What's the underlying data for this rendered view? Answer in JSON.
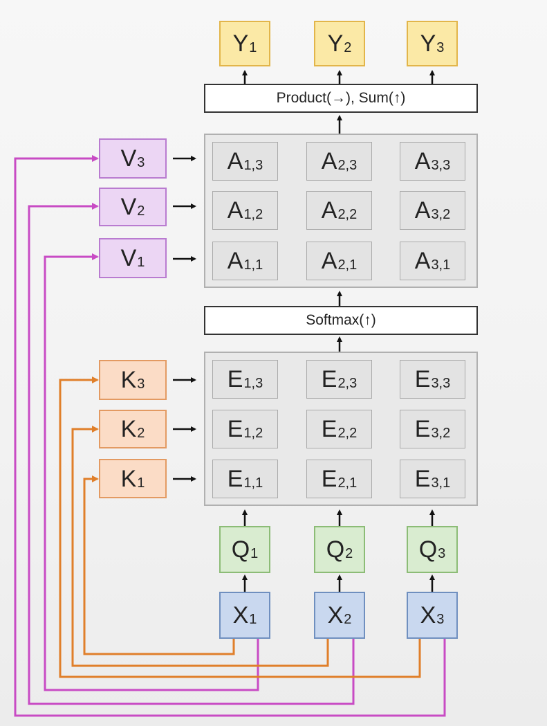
{
  "outputs": [
    {
      "base": "Y",
      "sub": "1"
    },
    {
      "base": "Y",
      "sub": "2"
    },
    {
      "base": "Y",
      "sub": "3"
    }
  ],
  "product_sum_label": "Product(→),  Sum(↑)",
  "softmax_label": "Softmax(↑)",
  "values": [
    {
      "base": "V",
      "sub": "3"
    },
    {
      "base": "V",
      "sub": "2"
    },
    {
      "base": "V",
      "sub": "1"
    }
  ],
  "attention": [
    [
      {
        "base": "A",
        "sub": "1,3"
      },
      {
        "base": "A",
        "sub": "2,3"
      },
      {
        "base": "A",
        "sub": "3,3"
      }
    ],
    [
      {
        "base": "A",
        "sub": "1,2"
      },
      {
        "base": "A",
        "sub": "2,2"
      },
      {
        "base": "A",
        "sub": "3,2"
      }
    ],
    [
      {
        "base": "A",
        "sub": "1,1"
      },
      {
        "base": "A",
        "sub": "2,1"
      },
      {
        "base": "A",
        "sub": "3,1"
      }
    ]
  ],
  "keys": [
    {
      "base": "K",
      "sub": "3"
    },
    {
      "base": "K",
      "sub": "2"
    },
    {
      "base": "K",
      "sub": "1"
    }
  ],
  "energies": [
    [
      {
        "base": "E",
        "sub": "1,3"
      },
      {
        "base": "E",
        "sub": "2,3"
      },
      {
        "base": "E",
        "sub": "3,3"
      }
    ],
    [
      {
        "base": "E",
        "sub": "1,2"
      },
      {
        "base": "E",
        "sub": "2,2"
      },
      {
        "base": "E",
        "sub": "3,2"
      }
    ],
    [
      {
        "base": "E",
        "sub": "1,1"
      },
      {
        "base": "E",
        "sub": "2,1"
      },
      {
        "base": "E",
        "sub": "3,1"
      }
    ]
  ],
  "queries": [
    {
      "base": "Q",
      "sub": "1"
    },
    {
      "base": "Q",
      "sub": "2"
    },
    {
      "base": "Q",
      "sub": "3"
    }
  ],
  "inputs": [
    {
      "base": "X",
      "sub": "1"
    },
    {
      "base": "X",
      "sub": "2"
    },
    {
      "base": "X",
      "sub": "3"
    }
  ],
  "colors": {
    "value_wire": "#c84bc4",
    "key_wire": "#e07f2a",
    "arrow": "#111111"
  }
}
